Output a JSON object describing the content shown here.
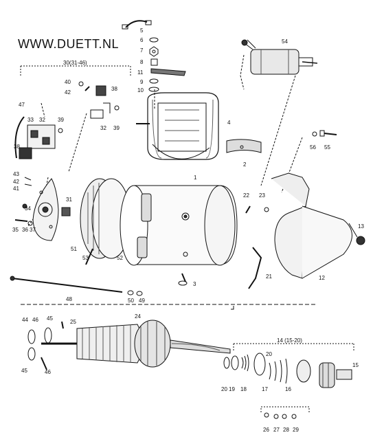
{
  "website": "WWW.DUETT.NL",
  "groups": {
    "brush_kit": "30(31-46)",
    "pinion_kit": "14 (15-20)"
  },
  "parts": {
    "p1": "1",
    "p2": "2",
    "p3": "3",
    "p4": "4",
    "p5": "5",
    "p6": "6",
    "p7": "7",
    "p8": "8",
    "p9": "9",
    "p10": "10",
    "p11": "11",
    "p12": "12",
    "p13": "13",
    "p15": "15",
    "p16": "16",
    "p17": "17",
    "p18": "18",
    "p19": "19",
    "p20a": "20",
    "p20b": "20",
    "p21": "21",
    "p22": "22",
    "p23": "23",
    "p24": "24",
    "p25": "25",
    "p26": "26",
    "p27": "27",
    "p28": "28",
    "p29": "29",
    "p31": "31",
    "p32a": "32",
    "p32b": "32",
    "p33": "33",
    "p34": "34",
    "p35": "35",
    "p36": "36",
    "p37": "37",
    "p38a": "38",
    "p38b": "38",
    "p39a": "39",
    "p39b": "39",
    "p40": "40",
    "p41": "41",
    "p42a": "42",
    "p42b": "42",
    "p43": "43",
    "p44": "44",
    "p45a": "45",
    "p45b": "45",
    "p46a": "46",
    "p46b": "46",
    "p47": "47",
    "p48": "48",
    "p49": "49",
    "p50": "50",
    "p51": "51",
    "p52": "52",
    "p53": "53",
    "p54": "54",
    "p55": "55",
    "p56": "56"
  },
  "colors": {
    "ink": "#111111",
    "paper": "#ffffff"
  }
}
